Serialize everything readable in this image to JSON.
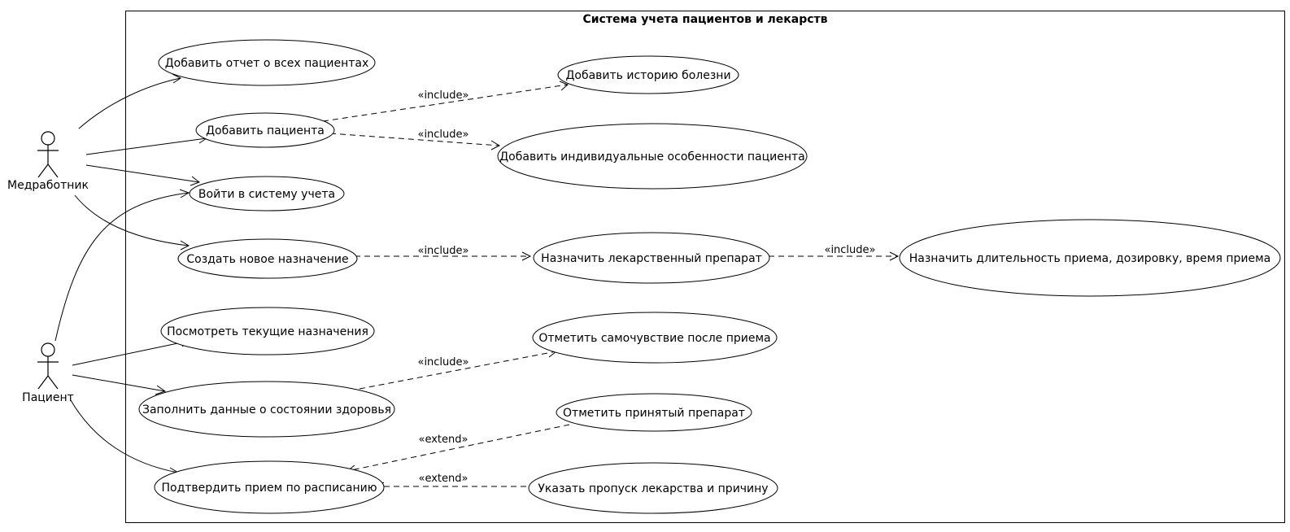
{
  "system": {
    "title": "Система учета пациентов и лекарств"
  },
  "actors": {
    "medworker": "Медработник",
    "patient": "Пациент"
  },
  "use_cases": {
    "report": "Добавить отчет о всех пациентах",
    "add_patient": "Добавить пациента",
    "history": "Добавить историю болезни",
    "features": "Добавить индивидуальные особенности пациента",
    "login": "Войти в систему учета",
    "new_prescription": "Создать новое назначение",
    "assign_drug": "Назначить лекарственный препарат",
    "duration": "Назначить длительность приема, дозировку, время приема",
    "view_current": "Посмотреть текущие назначения",
    "wellbeing": "Отметить самочувствие после приема",
    "fill_health": "Заполнить данные о состоянии здоровья",
    "mark_taken": "Отметить принятый препарат",
    "confirm_intake": "Подтвердить прием по расписанию",
    "skip_reason": "Указать пропуск лекарства и причину"
  },
  "relations": {
    "include": "«include»",
    "extend": "«extend»"
  }
}
